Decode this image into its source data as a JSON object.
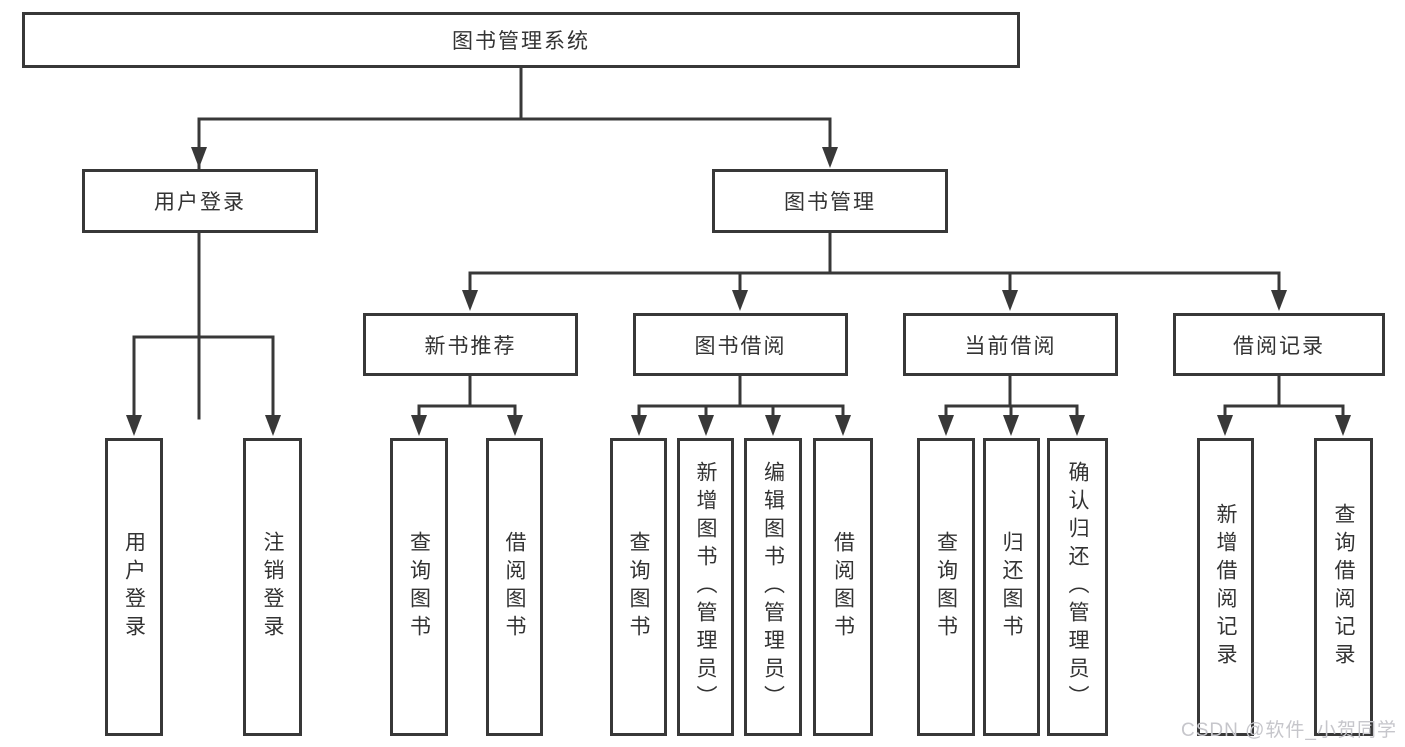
{
  "tree": {
    "root": "图书管理系统",
    "user_login": {
      "label": "用户登录",
      "children": [
        "用户登录",
        "注销登录"
      ]
    },
    "book_mgmt": {
      "label": "图书管理",
      "groups": [
        {
          "label": "新书推荐",
          "children": [
            "查询图书",
            "借阅图书"
          ]
        },
        {
          "label": "图书借阅",
          "children": [
            "查询图书",
            "新增图书（管理员）",
            "编辑图书（管理员）",
            "借阅图书"
          ]
        },
        {
          "label": "当前借阅",
          "children": [
            "查询图书",
            "归还图书",
            "确认归还（管理员）"
          ]
        },
        {
          "label": "借阅记录",
          "children": [
            "新增借阅记录",
            "查询借阅记录"
          ]
        }
      ]
    }
  },
  "watermark": {
    "text": "CSDN @软件_小贺同学"
  },
  "colors": {
    "line": "#383838",
    "text": "#333333",
    "watermark": "#c6c6cb",
    "background": "#ffffff"
  }
}
